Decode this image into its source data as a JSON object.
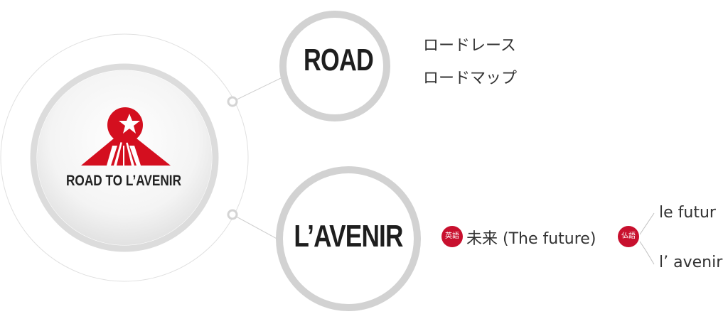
{
  "logo": {
    "text": "ROAD TO L’AVENIR"
  },
  "nodes": {
    "road": {
      "label": "ROAD"
    },
    "avenir": {
      "label": "L’AVENIR"
    }
  },
  "road_meanings": [
    "ロードレース",
    "ロードマップ"
  ],
  "avenir_meanings": {
    "english_badge": "英語",
    "english_text": "未来 (The future)",
    "french_badge": "仏語",
    "french_items": [
      "le futur",
      "l’ avenir"
    ]
  },
  "colors": {
    "accent": "#c8102e",
    "ring": "#d9d9d9",
    "text": "#222222"
  }
}
